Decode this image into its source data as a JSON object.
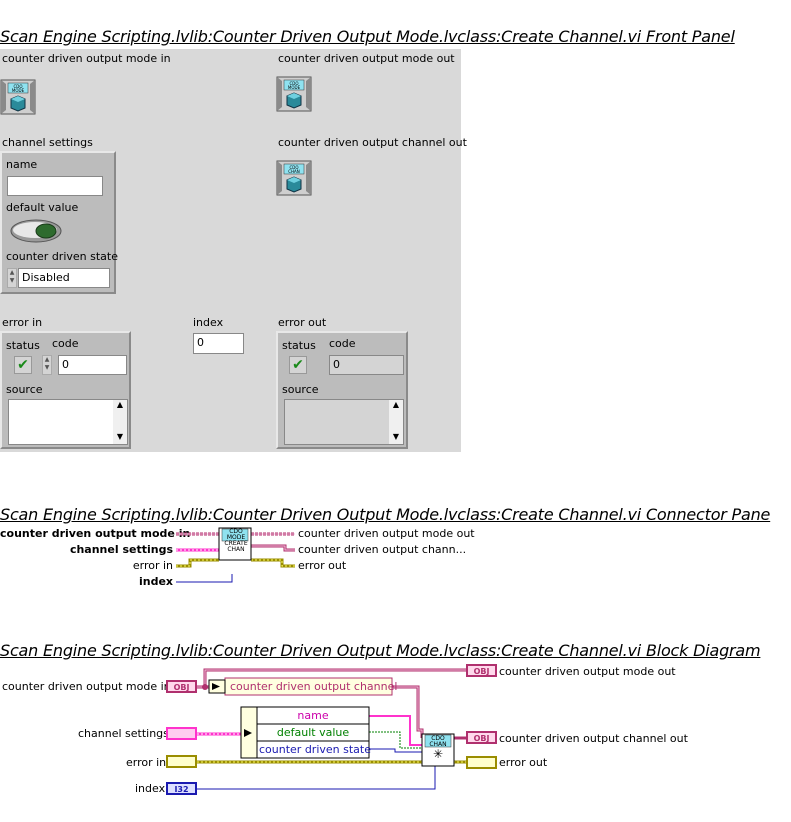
{
  "titles": {
    "front_panel": "Scan Engine Scripting.lvlib:Counter Driven Output Mode.lvclass:Create Channel.vi Front Panel",
    "connector_pane": "Scan Engine Scripting.lvlib:Counter Driven Output Mode.lvclass:Create Channel.vi Connector Pane",
    "block_diagram": "Scan Engine Scripting.lvlib:Counter Driven Output Mode.lvclass:Create Channel.vi Block Diagram"
  },
  "front_panel": {
    "mode_in_label": "counter driven output mode in",
    "mode_out_label": "counter driven output mode out",
    "channel_out_label": "counter driven output channel out",
    "mode_icon_text": "CDO MODE",
    "chan_icon_text": "CDO CHAN",
    "channel_settings": {
      "label": "channel settings",
      "name_label": "name",
      "name_value": "",
      "default_value_label": "default value",
      "state_label": "counter driven state",
      "state_value": "Disabled"
    },
    "error_in": {
      "label": "error in",
      "status_label": "status",
      "code_label": "code",
      "code_value": "0",
      "source_label": "source",
      "source_value": ""
    },
    "index": {
      "label": "index",
      "value": "0"
    },
    "error_out": {
      "label": "error out",
      "status_label": "status",
      "code_label": "code",
      "code_value": "0",
      "source_label": "source",
      "source_value": ""
    }
  },
  "connector_pane": {
    "inputs": [
      "counter driven output mode in",
      "channel settings",
      "error in",
      "index"
    ],
    "outputs": [
      "counter driven output mode out",
      "counter driven output chann...",
      "error out"
    ],
    "icon_lines": [
      "CDO",
      "MODE",
      "CREATE",
      "CHAN"
    ]
  },
  "block_diagram": {
    "mode_in_label": "counter driven output mode in",
    "channel_settings_label": "channel settings",
    "error_in_label": "error in",
    "index_label": "index",
    "mode_out_label": "counter driven output mode out",
    "channel_out_label": "counter driven output channel out",
    "error_out_label": "error out",
    "obj_tag": "OBJ",
    "i32_tag": "I32",
    "method_label": "counter driven output channel",
    "unbundle_fields": [
      "name",
      "default value",
      "counter driven state"
    ],
    "subvi_text": "CDO CHAN"
  },
  "colors": {
    "panel_bg": "#d9d9d9",
    "class_wire": "#b0306e",
    "cluster_wire": "#ff33cc",
    "error_wire": "#9a8d00",
    "int_wire": "#1a1ab0",
    "bool_wire": "#008000"
  }
}
